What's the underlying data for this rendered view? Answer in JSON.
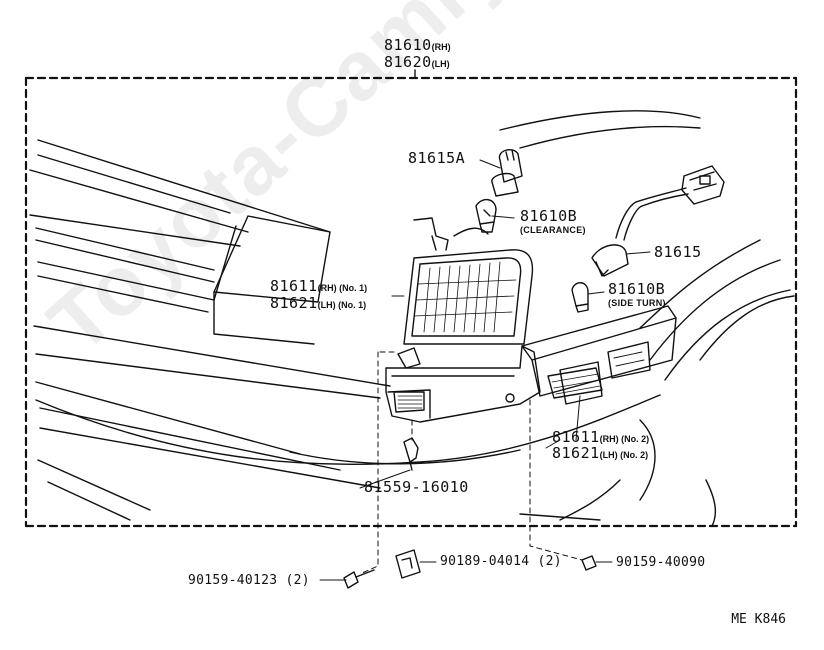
{
  "watermark": "Toyota-Camry.ru",
  "figure_code": "ME K846",
  "parts": {
    "assembly_rh": "81610",
    "assembly_rh_side": "(RH)",
    "assembly_lh": "81620",
    "assembly_lh_side": "(LH)",
    "socket_a": "81615A",
    "bulb_clearance": "81610B",
    "bulb_clearance_note": "(CLEARANCE)",
    "harness_socket": "81615",
    "bulb_side_turn": "81610B",
    "bulb_side_turn_note": "(SIDE TURN)",
    "lens_no1_rh": "81611",
    "lens_no1_rh_q": "(RH) (No. 1)",
    "lens_no1_lh": "81621",
    "lens_no1_lh_q": "(LH) (No. 1)",
    "lens_no2_rh": "81611",
    "lens_no2_rh_q": "(RH) (No. 2)",
    "lens_no2_lh": "81621",
    "lens_no2_lh_q": "(LH) (No. 2)",
    "clip": "81559-16010",
    "nut": "90189-04014 (2)",
    "screw_left": "90159-40123 (2)",
    "screw_right": "90159-40090"
  }
}
